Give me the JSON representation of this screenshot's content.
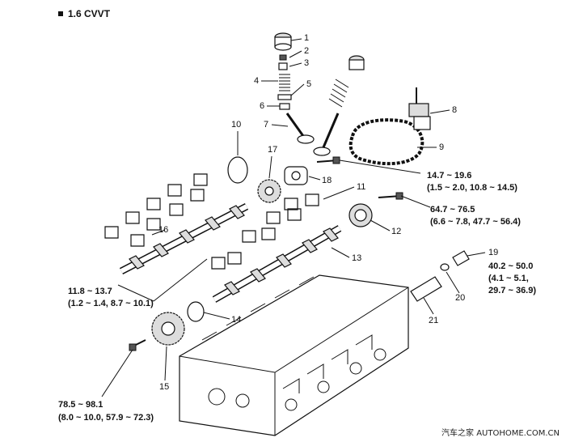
{
  "title": "1.6  CVVT",
  "callouts": [
    "1",
    "2",
    "3",
    "4",
    "5",
    "6",
    "7",
    "8",
    "9",
    "10",
    "11",
    "12",
    "13",
    "14",
    "15",
    "16",
    "17",
    "18",
    "19",
    "20",
    "21"
  ],
  "torques": [
    {
      "line1": "14.7 ~ 19.6",
      "line2": "(1.5 ~ 2.0,  10.8 ~ 14.5)"
    },
    {
      "line1": "64.7 ~ 76.5",
      "line2": "(6.6 ~ 7.8,  47.7 ~ 56.4)"
    },
    {
      "line1": "40.2 ~ 50.0",
      "line2": "(4.1 ~ 5.1,",
      "line3": "29.7 ~ 36.9)"
    },
    {
      "line1": "11.8 ~ 13.7",
      "line2": "(1.2 ~ 1.4,  8.7 ~ 10.1)"
    },
    {
      "line1": "78.5 ~ 98.1",
      "line2": "(8.0 ~ 10.0,  57.9 ~ 72.3)"
    }
  ],
  "watermark": "汽车之家  AUTOHOME.COM.CN"
}
